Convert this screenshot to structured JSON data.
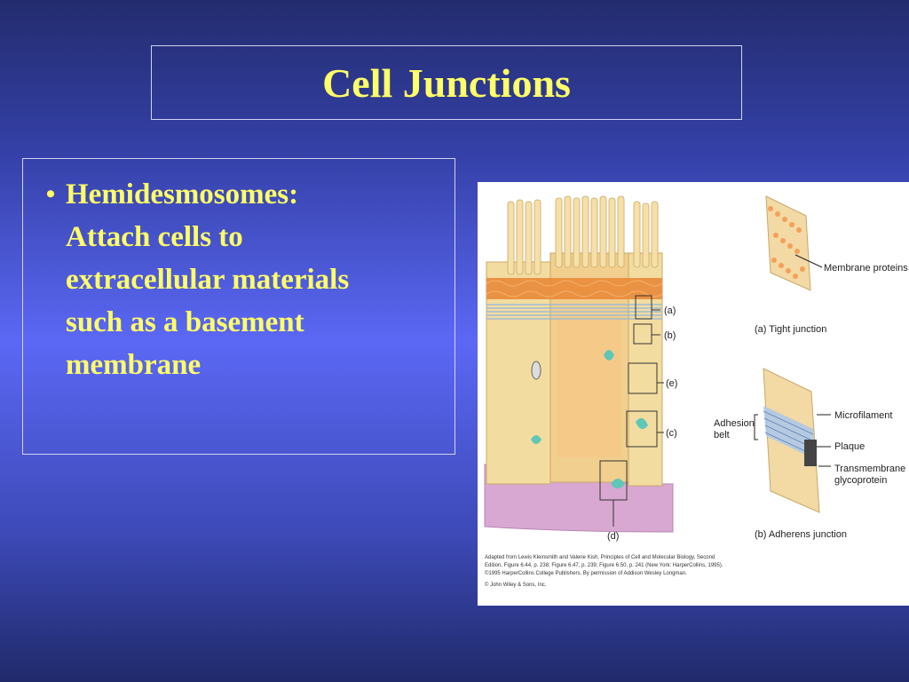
{
  "slide": {
    "title": "Cell Junctions",
    "bullet_marker": "•",
    "bullet_lines": [
      "Hemidesmosomes:",
      "Attach cells to",
      "extracellular materials",
      "such as a basement",
      "membrane"
    ]
  },
  "figure": {
    "markers": [
      "(a)",
      "(b)",
      "(e)",
      "(c)",
      "(d)"
    ],
    "tight_junction": {
      "label": "Membrane proteins",
      "caption": "(a) Tight junction"
    },
    "adherens_junction": {
      "adhesion_belt_line1": "Adhesion",
      "adhesion_belt_line2": "belt",
      "microfilament": "Microfilament",
      "plaque": "Plaque",
      "transmembrane_line1": "Transmembrane",
      "transmembrane_line2": "glycoprotein",
      "caption": "(b) Adherens junction"
    },
    "credit_lines": [
      "Adapted from Lewis Kleinsmith and Valerie Kish, Principles of Cell and Molecular Biology, Second",
      "Edition, Figure 6.44, p. 238; Figure 6.47, p. 239; Figure 6.50, p. 241 (New York: HarperCollins, 1995).",
      "©1995 HarperCollins College Publishers. By permission of Addison Wesley Longman.",
      "© John Wiley & Sons, Inc."
    ]
  }
}
